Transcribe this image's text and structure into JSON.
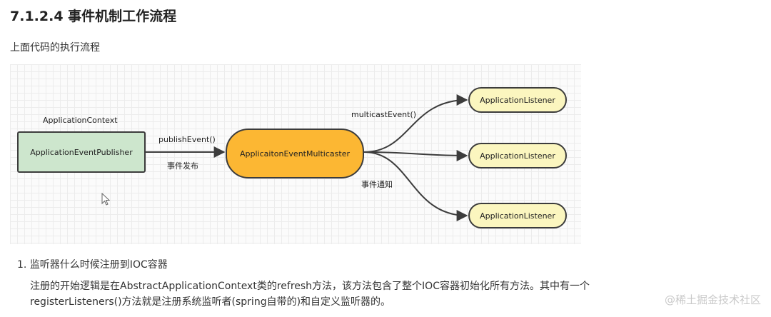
{
  "heading": "7.1.2.4 事件机制工作流程",
  "subtitle": "上面代码的执行流程",
  "diagram": {
    "context_label": "ApplicationContext",
    "publisher": "ApplicationEventPublisher",
    "publish_call": "publishEvent()",
    "publish_note": "事件发布",
    "multicaster": "ApplicaitonEventMulticaster",
    "multicast_call": "multicastEvent()",
    "notify_note": "事件通知",
    "listeners": [
      "ApplicationListener",
      "ApplicationListener",
      "ApplicationListener"
    ],
    "colors": {
      "publisher_fill": "#cde6cd",
      "multicaster_fill": "#fcb733",
      "listener_fill": "#fbf6bf",
      "stroke": "#3c3c3c"
    }
  },
  "list": {
    "item1_number": "1.",
    "item1_title": "监听器什么时候注册到IOC容器",
    "item1_body_line1": "注册的开始逻辑是在AbstractApplicationContext类的refresh方法，该方法包含了整个IOC容器初始化所有方法。其中有一个",
    "item1_body_line2": "registerListeners()方法就是注册系统监听者(spring自带的)和自定义监听器的。"
  },
  "watermark": "@稀土掘金技术社区"
}
